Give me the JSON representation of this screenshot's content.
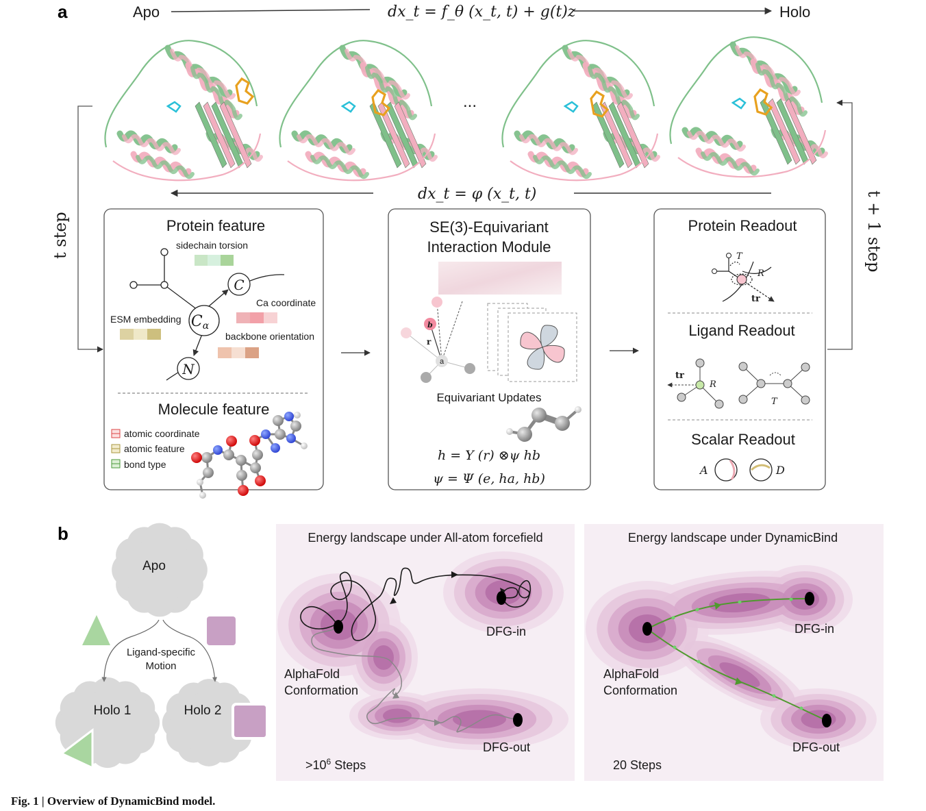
{
  "panel_a": {
    "letter": "a",
    "apo": "Apo",
    "holo": "Holo",
    "eq_forward": "dx_t = f_θ (x_t, t) + g(t)z",
    "eq_reverse": "dx_t = φ (x_t, t)",
    "ellipsis": "...",
    "t_step": "t step",
    "t1_step": "t + 1 step",
    "protein_feature": {
      "title": "Protein feature",
      "sidechain": "sidechain torsion",
      "ca_coord": "Ca coordinate",
      "esm": "ESM embedding",
      "backbone": "backbone orientation",
      "node_c": "C",
      "node_ca": "C",
      "node_ca_sub": "α",
      "node_n": "N"
    },
    "molecule_feature": {
      "title": "Molecule feature",
      "legend": [
        "atomic coordinate",
        "atomic feature",
        "bond type"
      ]
    },
    "interaction": {
      "title_1": "SE(3)-Equivariant",
      "title_2": "Interaction Module",
      "updates": "Equivariant Updates",
      "node_a": "a",
      "node_b": "b",
      "vec_r": "r",
      "eq_h": "h = Y (r) ⊗ψ hb",
      "eq_psi": "ψ = Ψ (e, ha, hb)"
    },
    "readout": {
      "protein": "Protein Readout",
      "ligand": "Ligand Readout",
      "scalar": "Scalar Readout",
      "T": "T",
      "R": "R",
      "tr": "tr",
      "A": "A",
      "D": "D"
    }
  },
  "panel_b": {
    "letter": "b",
    "apo": "Apo",
    "motion_1": "Ligand-specific",
    "motion_2": "Motion",
    "holo1": "Holo 1",
    "holo2": "Holo 2",
    "left_title": "Energy landscape under All-atom forcefield",
    "right_title": "Energy landscape under DynamicBind",
    "dfg_in": "DFG-in",
    "dfg_out": "DFG-out",
    "alphafold_1": "AlphaFold",
    "alphafold_2": "Conformation",
    "steps_left_pre": ">10",
    "steps_left_sup": "6",
    "steps_left_post": " Steps",
    "steps_right": "20 Steps"
  },
  "caption": "Fig. 1 | Overview of DynamicBind model.",
  "colors": {
    "pink": "#f2aebf",
    "green": "#7fc08a",
    "ligand_orange": "#e8a11f",
    "landscape_dark": "#a0508f",
    "path_green": "#4f9a2e"
  }
}
